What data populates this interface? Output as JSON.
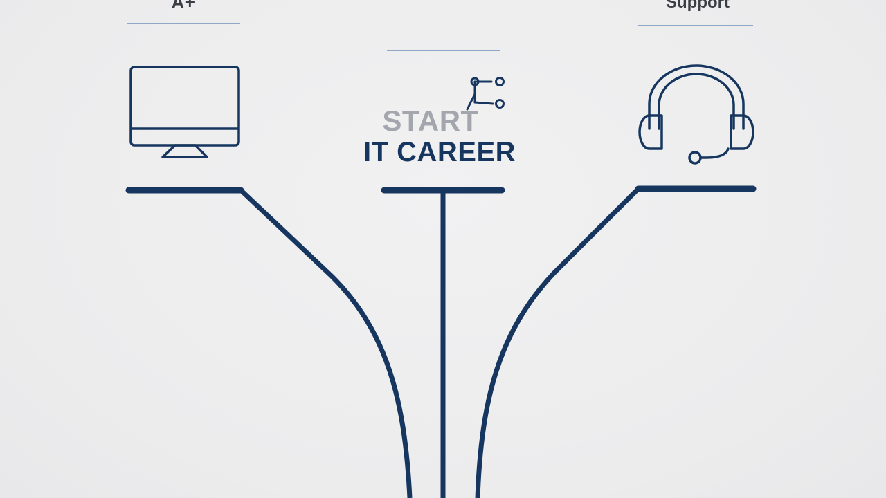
{
  "diagram": {
    "left_branch": {
      "label": "A+",
      "icon": "monitor-icon"
    },
    "center_branch": {
      "line1": "START",
      "line2": "IT CAREER",
      "icon": "branch-nodes-icon"
    },
    "right_branch": {
      "label": "Support",
      "icon": "headset-icon"
    }
  },
  "colors": {
    "primary": "#16365f",
    "accent_line": "#8fa7c6",
    "muted_text": "#a3a7ad",
    "dark_text": "#3a3d44",
    "background": "#eeeeef"
  }
}
